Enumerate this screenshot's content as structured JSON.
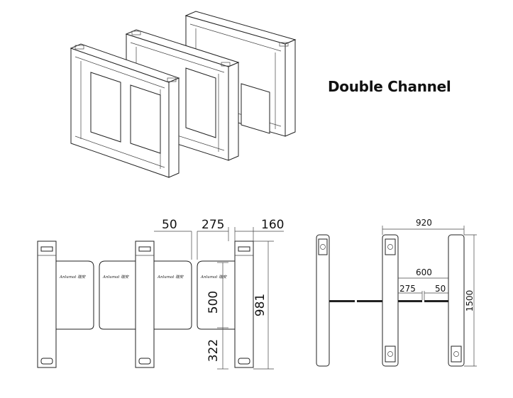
{
  "title": "Double Channel",
  "front_view": {
    "dims": {
      "d1": "50",
      "d2": "275",
      "d3": "160",
      "d4": "500",
      "d5": "981",
      "d6": "322"
    },
    "panel_logo": "Anlumat 瑞安"
  },
  "top_view": {
    "dims": {
      "t1": "920",
      "t2": "600",
      "t3": "275",
      "t4": "50",
      "t5": "1500"
    }
  }
}
